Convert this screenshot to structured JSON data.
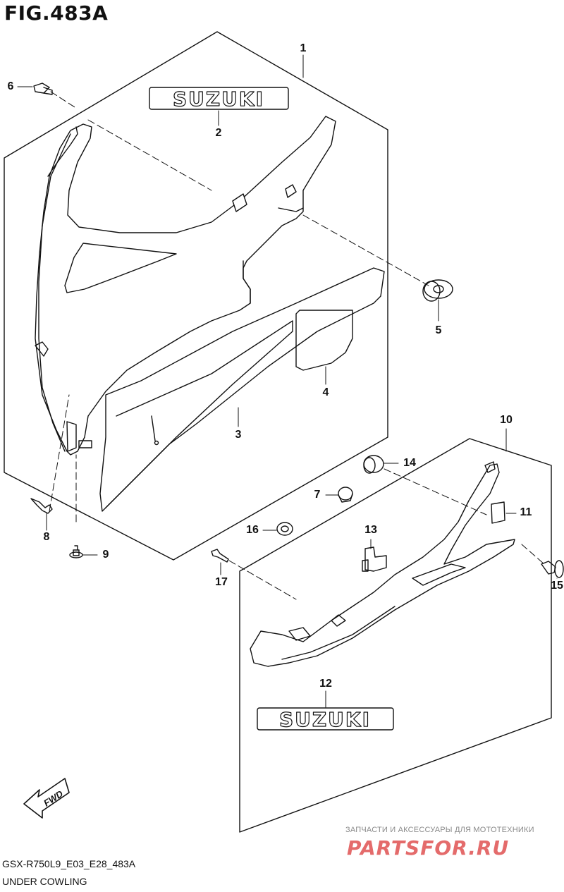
{
  "figure": {
    "title": "FIG.483A",
    "model_code": "GSX-R750L9_E03_E28_483A",
    "section_name": "UNDER COWLING"
  },
  "badges": {
    "upper_emblem": "SUZUKI",
    "lower_emblem": "SUZUKI",
    "direction_arrow": "FWD"
  },
  "callouts": {
    "c1": "1",
    "c2": "2",
    "c3": "3",
    "c4": "4",
    "c5": "5",
    "c6": "6",
    "c7": "7",
    "c8": "8",
    "c9": "9",
    "c10": "10",
    "c11": "11",
    "c12": "12",
    "c13": "13",
    "c14": "14",
    "c15": "15",
    "c16": "16",
    "c17": "17"
  },
  "watermark": {
    "tagline": "ЗАПЧАСТИ И АКСЕССУАРЫ ДЛЯ МОТОТЕХНИКИ",
    "logo": "PARTSFOR.RU"
  },
  "colors": {
    "line": "#111111",
    "part_fill": "#ffffff",
    "watermark_logo": "#e46b6b",
    "watermark_text": "#8a8a8a"
  }
}
